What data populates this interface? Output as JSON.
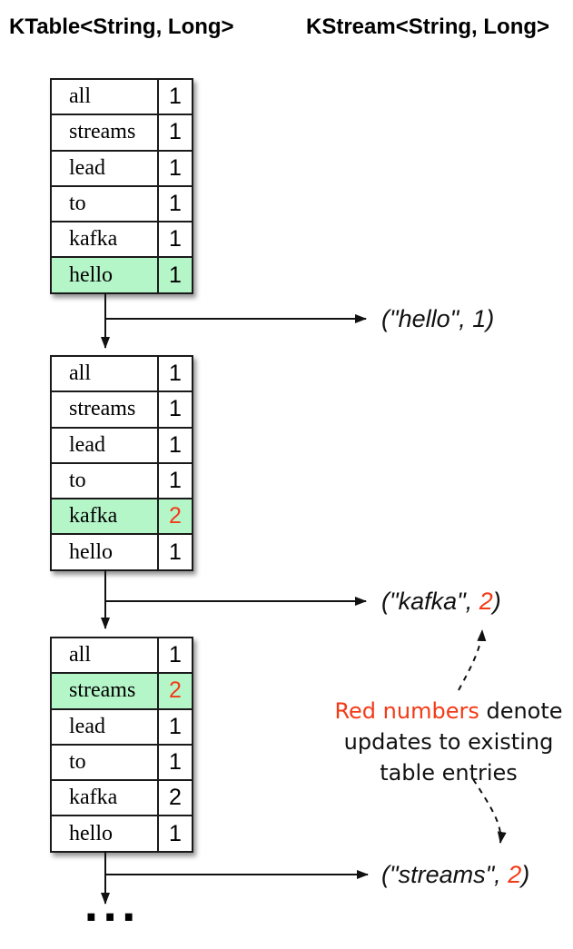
{
  "headers": {
    "ktable": "KTable<String, Long>",
    "kstream": "KStream<String, Long>"
  },
  "colors": {
    "highlight_green": "#b5f6c9",
    "update_red": "#f33a17"
  },
  "tables": [
    {
      "name": "ktable-state-1",
      "rows": [
        {
          "key": "all",
          "value": "1",
          "highlight": false,
          "red": false
        },
        {
          "key": "streams",
          "value": "1",
          "highlight": false,
          "red": false
        },
        {
          "key": "lead",
          "value": "1",
          "highlight": false,
          "red": false
        },
        {
          "key": "to",
          "value": "1",
          "highlight": false,
          "red": false
        },
        {
          "key": "kafka",
          "value": "1",
          "highlight": false,
          "red": false
        },
        {
          "key": "hello",
          "value": "1",
          "highlight": true,
          "red": false
        }
      ]
    },
    {
      "name": "ktable-state-2",
      "rows": [
        {
          "key": "all",
          "value": "1",
          "highlight": false,
          "red": false
        },
        {
          "key": "streams",
          "value": "1",
          "highlight": false,
          "red": false
        },
        {
          "key": "lead",
          "value": "1",
          "highlight": false,
          "red": false
        },
        {
          "key": "to",
          "value": "1",
          "highlight": false,
          "red": false
        },
        {
          "key": "kafka",
          "value": "2",
          "highlight": true,
          "red": true
        },
        {
          "key": "hello",
          "value": "1",
          "highlight": false,
          "red": false
        }
      ]
    },
    {
      "name": "ktable-state-3",
      "rows": [
        {
          "key": "all",
          "value": "1",
          "highlight": false,
          "red": false
        },
        {
          "key": "streams",
          "value": "2",
          "highlight": true,
          "red": true
        },
        {
          "key": "lead",
          "value": "1",
          "highlight": false,
          "red": false
        },
        {
          "key": "to",
          "value": "1",
          "highlight": false,
          "red": false
        },
        {
          "key": "kafka",
          "value": "2",
          "highlight": false,
          "red": false
        },
        {
          "key": "hello",
          "value": "1",
          "highlight": false,
          "red": false
        }
      ]
    }
  ],
  "tuples": [
    {
      "prefix": "(\"hello\", ",
      "number": "1",
      "suffix": ")",
      "red": false
    },
    {
      "prefix": "(\"kafka\", ",
      "number": "2",
      "suffix": ")",
      "red": true
    },
    {
      "prefix": "(\"streams\", ",
      "number": "2",
      "suffix": ")",
      "red": true
    }
  ],
  "annotation": {
    "red_part": "Red numbers",
    "line1_rest": " denote",
    "line2": "updates to existing",
    "line3": "table entries"
  },
  "ellipsis": "..."
}
